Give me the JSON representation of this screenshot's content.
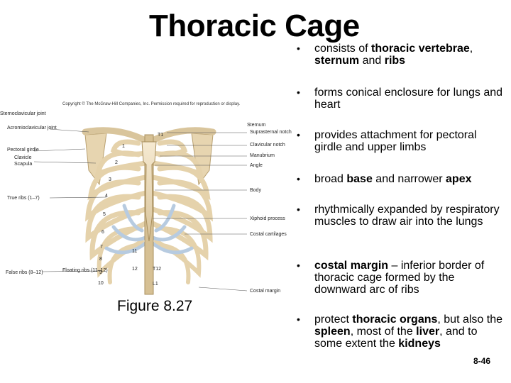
{
  "title": "Thoracic Cage",
  "copyright": "Copyright © The McGraw-Hill Companies, Inc. Permission required for reproduction or display.",
  "figure_caption": "Figure 8.27",
  "slide_number": "8-46",
  "bullets": [
    {
      "parts": [
        {
          "t": "consists of ",
          "b": false
        },
        {
          "t": "thoracic vertebrae",
          "b": true
        },
        {
          "t": ", ",
          "b": false
        },
        {
          "t": "sternum",
          "b": true
        },
        {
          "t": " and ",
          "b": false
        },
        {
          "t": "ribs",
          "b": true
        }
      ]
    },
    {
      "parts": [
        {
          "t": "forms conical enclosure for lungs and heart",
          "b": false
        }
      ]
    },
    {
      "parts": [
        {
          "t": "provides attachment for pectoral girdle and upper limbs",
          "b": false
        }
      ]
    },
    {
      "parts": [
        {
          "t": "broad ",
          "b": false
        },
        {
          "t": "base",
          "b": true
        },
        {
          "t": " and narrower ",
          "b": false
        },
        {
          "t": "apex",
          "b": true
        }
      ]
    },
    {
      "parts": [
        {
          "t": "rhythmically expanded by respiratory muscles to draw air into the lungs",
          "b": false
        }
      ]
    },
    {
      "parts": [
        {
          "t": "costal margin",
          "b": true
        },
        {
          "t": " – inferior border of thoracic cage formed by the downward arc of ribs",
          "b": false
        }
      ]
    },
    {
      "parts": [
        {
          "t": "protect ",
          "b": false
        },
        {
          "t": "thoracic organs",
          "b": true
        },
        {
          "t": ", but also the ",
          "b": false
        },
        {
          "t": "spleen",
          "b": true
        },
        {
          "t": ", most of the ",
          "b": false
        },
        {
          "t": "liver",
          "b": true
        },
        {
          "t": ", and to some extent the ",
          "b": false
        },
        {
          "t": "kidneys",
          "b": true
        }
      ]
    }
  ],
  "bullet_glyph": "•",
  "figure_labels": {
    "sternoclavicular_joint": "Sternoclavicular joint",
    "acromioclavicular_joint": "Acromioclavicular joint",
    "pectoral_girdle": "Pectoral girdle",
    "clavicle": "Clavicle",
    "scapula": "Scapula",
    "true_ribs": "True ribs (1–7)",
    "false_ribs": "False ribs (8–12)",
    "floating_ribs": "Floating ribs (11–12)",
    "sternum": "Sternum",
    "suprasternal_notch": "Suprasternal notch",
    "clavicular_notch": "Clavicular notch",
    "manubrium": "Manubrium",
    "angle": "Angle",
    "body": "Body",
    "xiphoid_process": "Xiphoid process",
    "costal_cartilages": "Costal cartilages",
    "costal_margin": "Costal margin",
    "t1": "T1",
    "t12": "T12",
    "l1": "L1"
  },
  "rib_numbers": [
    "1",
    "2",
    "3",
    "4",
    "5",
    "6",
    "7",
    "8",
    "9",
    "10",
    "11",
    "12"
  ],
  "colors": {
    "bone": "#f1e3c6",
    "bone_shade": "#d8c39a",
    "cartilage": "#c9d9ea",
    "cartilage_shade": "#9fb6cf",
    "leader_line": "#555555"
  }
}
